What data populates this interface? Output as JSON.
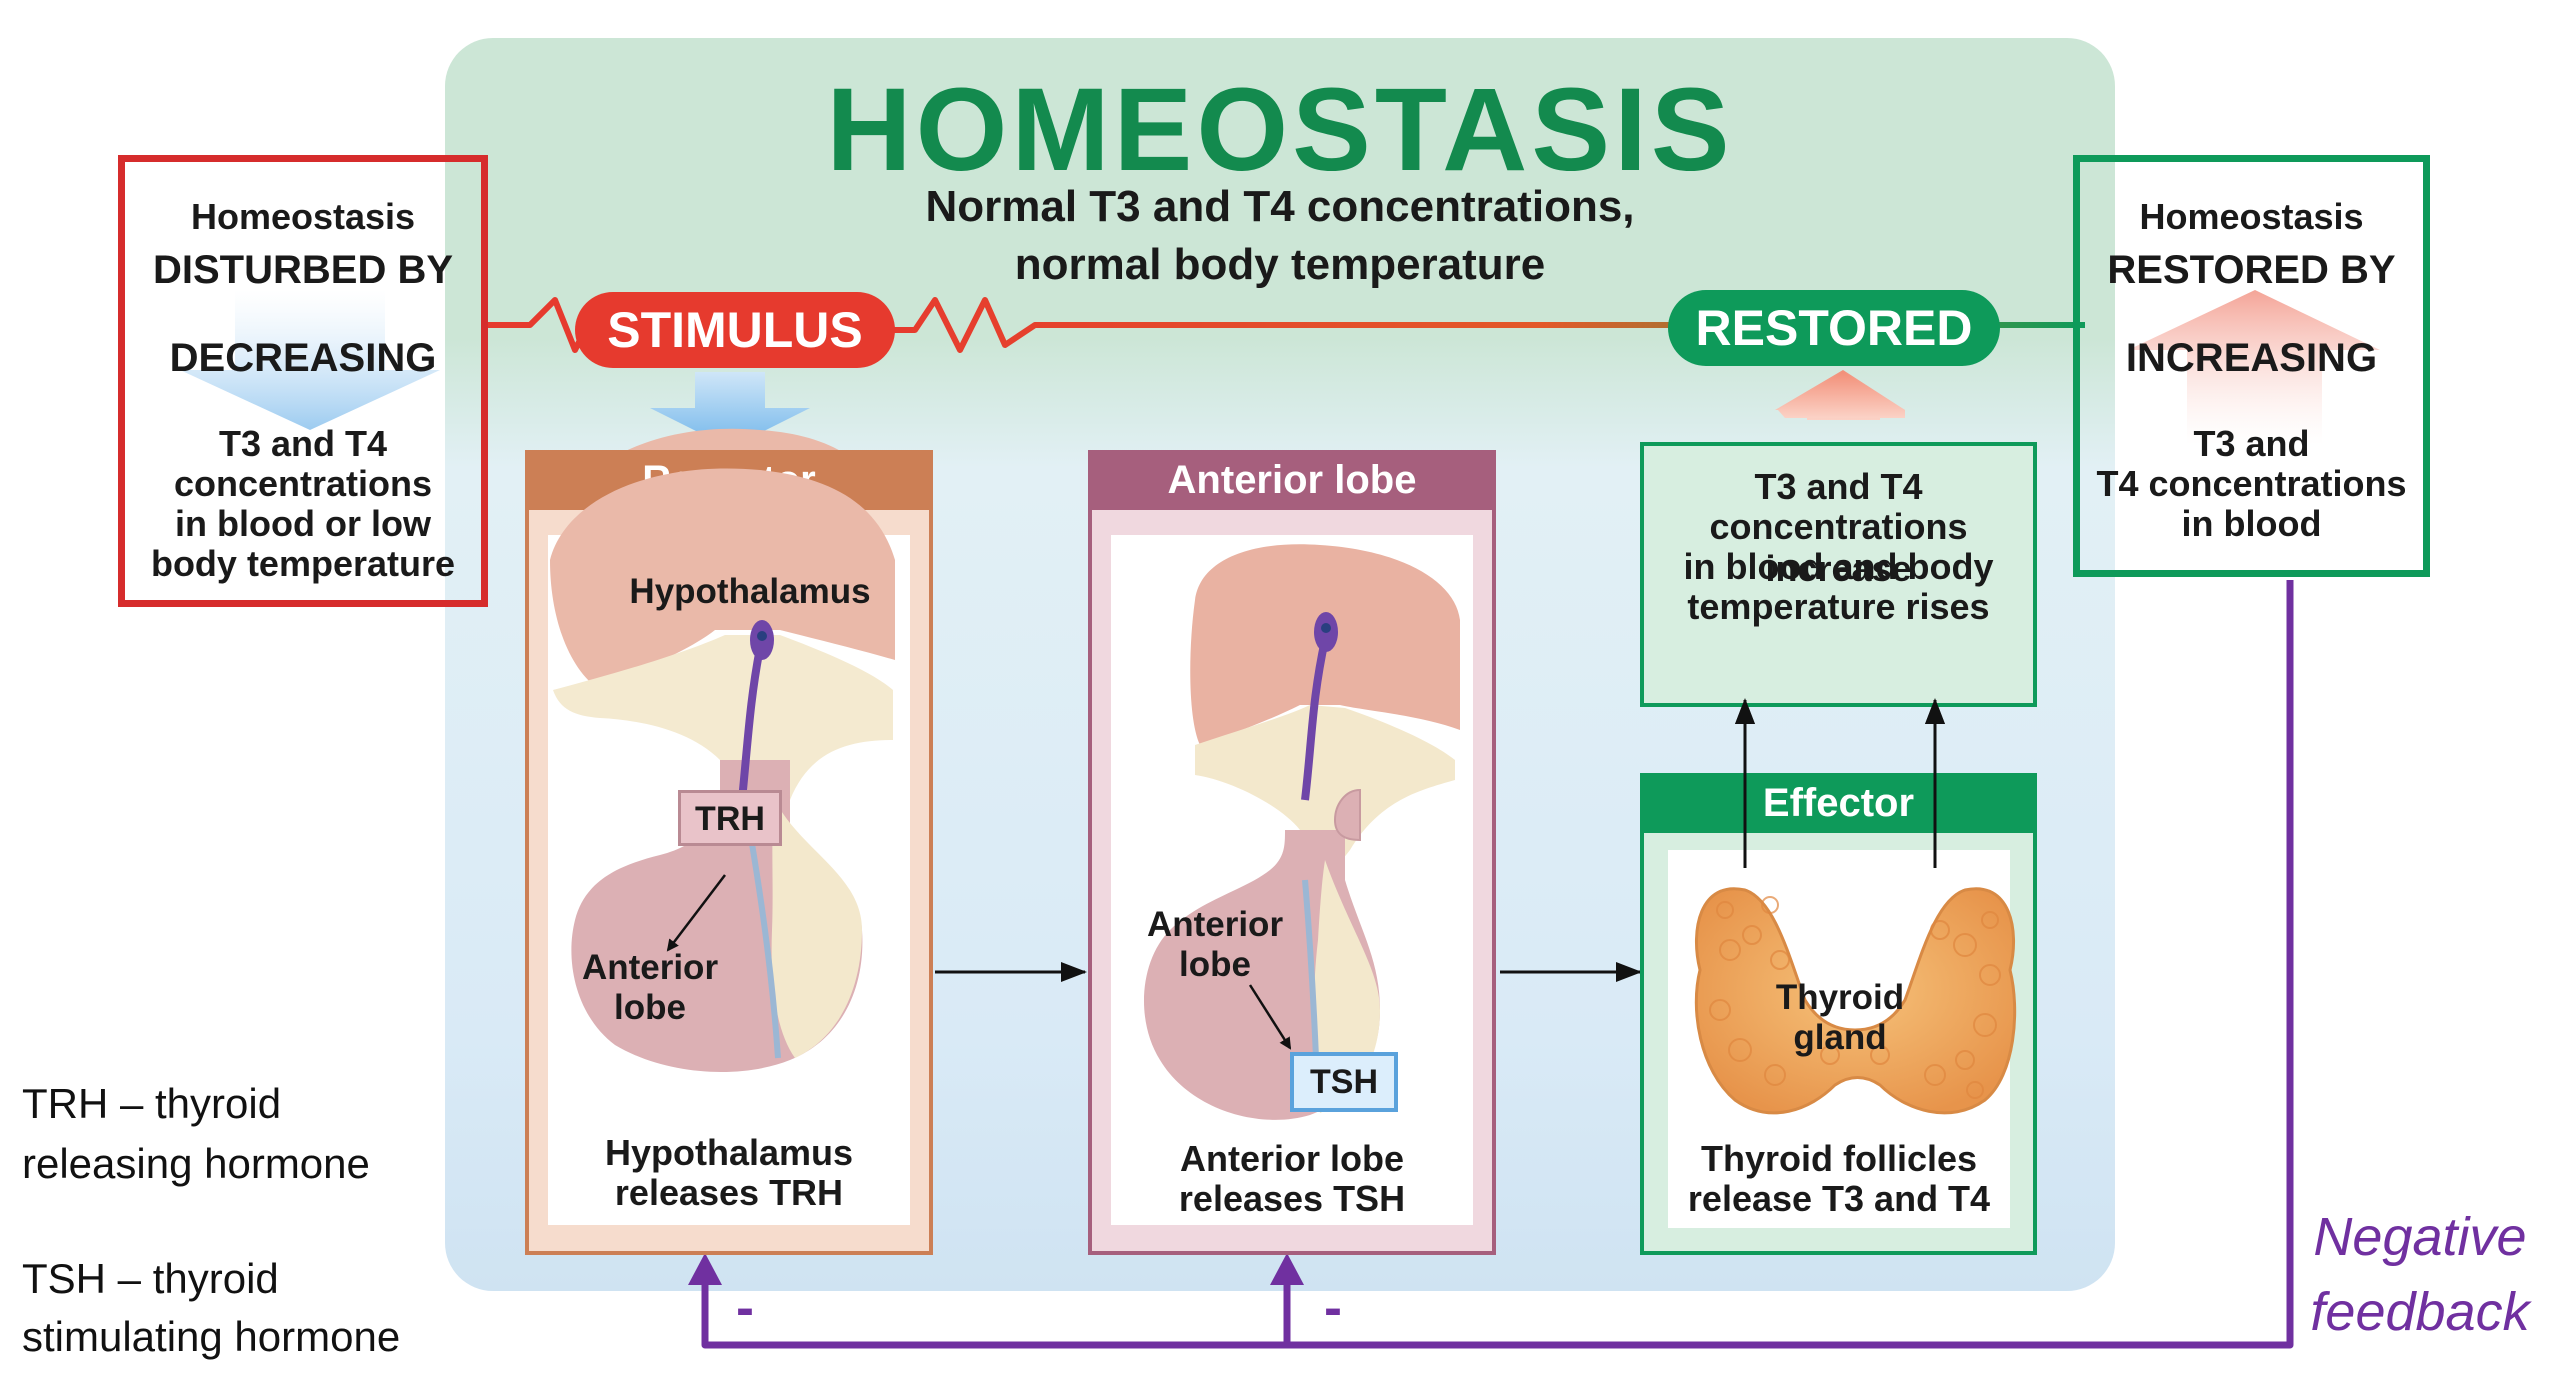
{
  "header": {
    "title": "HOMEOSTASIS",
    "subtitle_line1": "Normal T3 and T4 concentrations,",
    "subtitle_line2": "normal body temperature"
  },
  "disturbed_box": {
    "line1": "Homeostasis",
    "line2": "DISTURBED BY",
    "keyword": "DECREASING",
    "description": [
      "T3 and T4",
      "concentrations",
      "in blood or low",
      "body temperature"
    ]
  },
  "restored_box": {
    "line1": "Homeostasis",
    "line2": "RESTORED BY",
    "keyword": "INCREASING",
    "description": [
      "T3 and",
      "T4 concentrations",
      "in blood"
    ]
  },
  "pills": {
    "stimulus": "STIMULUS",
    "restored": "RESTORED"
  },
  "receptor": {
    "header": "Receptor",
    "hypothalamus_label": "Hypothalamus",
    "hormone_tag": "TRH",
    "lobe_label": [
      "Anterior",
      "lobe"
    ],
    "caption": [
      "Hypothalamus",
      "releases TRH"
    ]
  },
  "anterior": {
    "header": "Anterior lobe",
    "lobe_label": [
      "Anterior",
      "lobe"
    ],
    "hormone_tag": "TSH",
    "caption": [
      "Anterior lobe",
      "releases TSH"
    ]
  },
  "response": {
    "text": [
      "T3 and T4",
      "concentrations increase",
      "in blood and body",
      "temperature rises"
    ]
  },
  "effector": {
    "header": "Effector",
    "gland_label": [
      "Thyroid",
      "gland"
    ],
    "caption": [
      "Thyroid follicles",
      "release T3 and T4"
    ]
  },
  "feedback": {
    "minus_1": "-",
    "minus_2": "-",
    "label_line1": "Negative",
    "label_line2": "feedback"
  },
  "legend": {
    "trh": [
      "TRH – thyroid",
      "releasing hormone"
    ],
    "tsh": [
      "TSH – thyroid",
      "stimulating hormone"
    ]
  },
  "colors": {
    "title_green": "#138a4e",
    "stimulus_red": "#e63a2e",
    "restored_green": "#0e9a5a",
    "receptor_orange": "#cc7f55",
    "anterior_mauve": "#a65f7d",
    "effector_green": "#0e9a5a",
    "feedback_purple": "#7030a0",
    "disturbed_border": "#d62c2c"
  }
}
